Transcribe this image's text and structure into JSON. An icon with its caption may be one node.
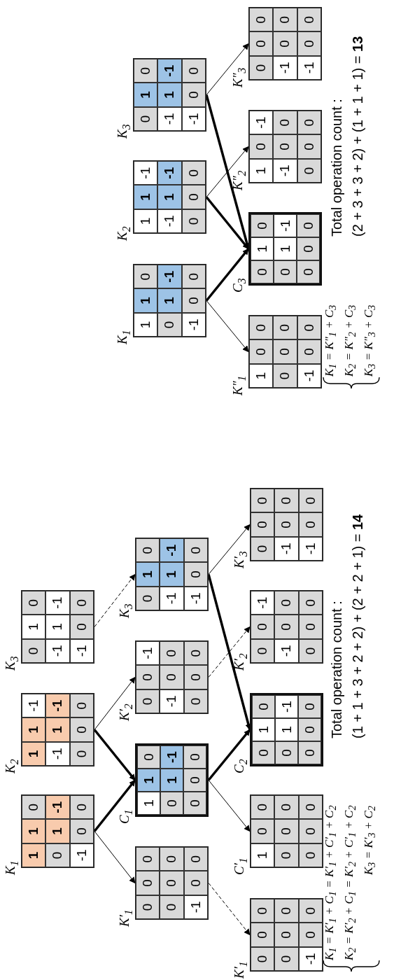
{
  "diagram": {
    "nodes": [
      {
        "text": [
          "1",
          "1",
          "0",
          "0",
          "1",
          "-1",
          "-1",
          "0",
          "0"
        ],
        "beside": [
          "K$_{1}$"
        ]
      },
      {
        "text": [
          "1",
          "1",
          "-1",
          "-1",
          "1",
          "-1",
          "0",
          "0",
          "0"
        ],
        "beside": [
          "K$_{2}$"
        ]
      },
      {
        "text": [
          "0",
          "1",
          "0",
          "-1",
          "1",
          "-1",
          "-1",
          "0",
          "0"
        ],
        "beside": [
          "K$_{3}$"
        ]
      },
      {
        "text": [
          "0",
          "0",
          "0",
          "0",
          "0",
          "0",
          "-1",
          "0",
          "0"
        ],
        "beside": [
          "K′$_{1}$"
        ]
      },
      {
        "text": [
          "1",
          "1",
          "0",
          "0",
          "1",
          "-1",
          "0",
          "0",
          "0"
        ],
        "beside": [
          "C$_{1}$"
        ]
      },
      {
        "text": [
          "0",
          "0",
          "-1",
          "-1",
          "0",
          "0",
          "0",
          "0",
          "0"
        ],
        "beside": [
          "K′$_{2}$"
        ]
      },
      {
        "text": [
          "0",
          "1",
          "0",
          "-1",
          "1",
          "-1",
          "-1",
          "0",
          "0"
        ],
        "beside": [
          "K$_{3}$"
        ]
      },
      {
        "text": [
          "0",
          "0",
          "0",
          "0",
          "0",
          "0",
          "-1",
          "0",
          "0"
        ],
        "beside": [
          "K′$_{1}$"
        ]
      },
      {
        "text": [
          "1",
          "0",
          "0",
          "0",
          "0",
          "0",
          "0",
          "0",
          "0"
        ],
        "beside": [
          "C′$_{1}$"
        ]
      },
      {
        "text": [
          "0",
          "1",
          "0",
          "0",
          "1",
          "-1",
          "0",
          "0",
          "0"
        ],
        "beside": [
          "C$_{2}$"
        ]
      },
      {
        "text": [
          "0",
          "0",
          "-1",
          "-1",
          "0",
          "0",
          "0",
          "0",
          "0"
        ],
        "beside": [
          "K′$_{2}$"
        ]
      },
      {
        "text": [
          "0",
          "0",
          "0",
          "-1",
          "0",
          "0",
          "-1",
          "0",
          "0"
        ],
        "beside": [
          "K′$_{3}$"
        ]
      },
      {
        "text": [
          "1",
          "1",
          "0",
          "0",
          "1",
          "-1",
          "-1",
          "0",
          "0"
        ],
        "beside": [
          "K$_{1}$"
        ]
      },
      {
        "text": [
          "1",
          "1",
          "-1",
          "-1",
          "1",
          "-1",
          "0",
          "0",
          "0"
        ],
        "beside": [
          "K$_{2}$"
        ]
      },
      {
        "text": [
          "0",
          "1",
          "0",
          "-1",
          "1",
          "-1",
          "-1",
          "0",
          "0"
        ],
        "beside": [
          "K$_{3}$"
        ]
      },
      {
        "text": [
          "1",
          "0",
          "0",
          "0",
          "0",
          "0",
          "-1",
          "0",
          "0"
        ],
        "beside": [
          "K″$_{1}$"
        ]
      },
      {
        "text": [
          "0",
          "1",
          "0",
          "0",
          "1",
          "-1",
          "0",
          "0",
          "0"
        ],
        "beside": [
          "C$_{3}$"
        ]
      },
      {
        "text": [
          "1",
          "0",
          "-1",
          "-1",
          "0",
          "0",
          "0",
          "0",
          "0"
        ],
        "beside": [
          "K″$_{2}$"
        ]
      },
      {
        "text": [
          "0",
          "0",
          "0",
          "-1",
          "0",
          "0",
          "-1",
          "0",
          "0"
        ],
        "beside": [
          "K″$_{3}$"
        ]
      }
    ],
    "edges": [
      {
        "from": 0,
        "to": 3,
        "arrow": "to"
      },
      {
        "from": 0,
        "to": 4,
        "arrow": "to",
        "style": "thick"
      },
      {
        "from": 1,
        "to": 4,
        "arrow": "to",
        "style": "thick"
      },
      {
        "from": 1,
        "to": 5,
        "arrow": "to"
      },
      {
        "from": 2,
        "to": 6,
        "arrow": "to",
        "style": "dashed"
      },
      {
        "from": 3,
        "to": 7,
        "arrow": "to",
        "style": "dashed"
      },
      {
        "from": 4,
        "to": 8,
        "arrow": "to"
      },
      {
        "from": 4,
        "to": 9,
        "arrow": "to",
        "style": "thick"
      },
      {
        "from": 5,
        "to": 10,
        "arrow": "to",
        "style": "dashed"
      },
      {
        "from": 6,
        "to": 9,
        "arrow": "to",
        "style": "thick"
      },
      {
        "from": 6,
        "to": 11,
        "arrow": "to"
      },
      {
        "from": 12,
        "to": 15,
        "arrow": "to"
      },
      {
        "from": 12,
        "to": 16,
        "arrow": "to",
        "style": "thick"
      },
      {
        "from": 13,
        "to": 16,
        "arrow": "to",
        "style": "thick"
      },
      {
        "from": 13,
        "to": 17,
        "arrow": "to"
      },
      {
        "from": 14,
        "to": 16,
        "arrow": "to",
        "style": "thick"
      },
      {
        "from": 14,
        "to": 18,
        "arrow": "to"
      }
    ],
    "labels": [
      "K$_{1}$ = K′$_{1}$ + C$_{1}$ = K′$_{1}$ + C′$_{1}$ + C$_{2}$",
      "K$_{2}$ = K′$_{2}$ + C$_{1}$ = K′$_{2}$ + C′$_{1}$ + C$_{2}$",
      "K$_{3}$ = K′$_{3}$ + C$_{2}$",
      "Total operation count :",
      "(1 + 1 + 3 + 2 + 2) + (2 + 2 + 1) = **14**",
      "K$_{1}$ = K″$_{1}$ + C$_{3}$",
      "K$_{2}$ = K″$_{2}$ + C$_{3}$",
      "K$_{3}$ = K″$_{3}$ + C$_{3}$",
      "Total operation count :",
      "(2 + 3 + 3 + 2) + (1 + 1 + 1) = **13**"
    ]
  }
}
